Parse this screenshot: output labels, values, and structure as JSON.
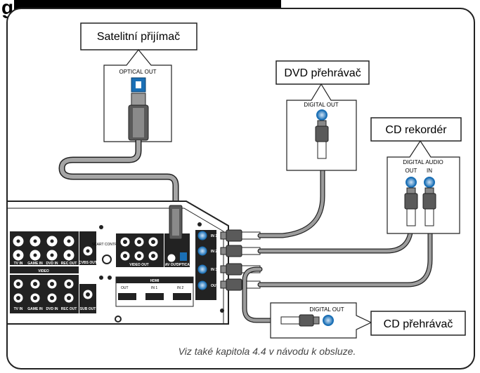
{
  "heading": "g",
  "devices": {
    "satellite": {
      "label": "Satelitní přijímač",
      "port": "OPTICAL OUT"
    },
    "dvd": {
      "label": "DVD přehrávač",
      "port": "DIGITAL OUT"
    },
    "cd_recorder": {
      "label": "CD rekordér",
      "port": "DIGITAL AUDIO",
      "port_out": "OUT",
      "port_in": "IN"
    },
    "cd_player": {
      "label": "CD přehrávač",
      "port": "DIGITAL OUT"
    }
  },
  "receiver_panel": {
    "top_labels": [
      "TV IN",
      "GAME IN",
      "DVD IN",
      "REC OUT",
      "CVBS OUT"
    ],
    "bottom_labels": [
      "TV IN",
      "GAME IN",
      "DVD IN",
      "REC OUT",
      "SUB OUT"
    ],
    "section_video": "VIDEO",
    "scart": "SCART CONTROL",
    "video_out": "VIDEO OUT",
    "av_out": "AV OUT",
    "optical": "OPTICAL",
    "hdmi": "HDMI",
    "hdmi_ports": [
      "OUT",
      "IN 1",
      "IN 2"
    ],
    "coax": [
      "IN 1",
      "IN 2",
      "IN 3",
      "OUT"
    ]
  },
  "caption": "Viz také kapitola 4.4 v návodu k obsluze.",
  "colors": {
    "jack_blue": "#1a6fb5",
    "cable_gray": "#8c8c8c",
    "panel_dark": "#222222"
  }
}
